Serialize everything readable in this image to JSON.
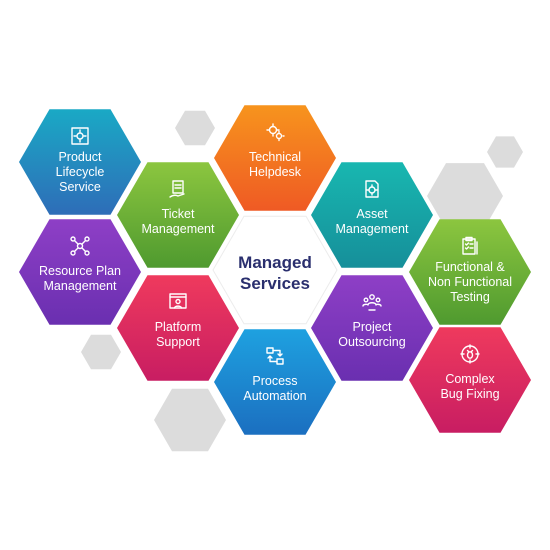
{
  "center": {
    "title": "Managed\nServices",
    "color": "#2a2f6e"
  },
  "services": [
    {
      "id": "product-lifecycle-service",
      "label": "Product\nLifecycle\nService",
      "icon": "settings-doc-icon",
      "colors": [
        "#1aa9c5",
        "#2e6db8"
      ]
    },
    {
      "id": "technical-helpdesk",
      "label": "Technical\nHelpdesk",
      "icon": "gears-icon",
      "colors": [
        "#f7941d",
        "#ef5a24"
      ]
    },
    {
      "id": "ticket-management",
      "label": "Ticket\nManagement",
      "icon": "ticket-hand-icon",
      "colors": [
        "#8cc63f",
        "#4f9a2f"
      ]
    },
    {
      "id": "asset-management",
      "label": "Asset\nManagement",
      "icon": "gear-doc-icon",
      "colors": [
        "#18b7b0",
        "#168f9a"
      ]
    },
    {
      "id": "resource-plan-management",
      "label": "Resource Plan\nManagement",
      "icon": "network-nodes-icon",
      "colors": [
        "#8e3fc6",
        "#6a2fb0"
      ]
    },
    {
      "id": "functional-non-functional-testing",
      "label": "Functional &\nNon Functional\nTesting",
      "icon": "clipboard-checklist-icon",
      "colors": [
        "#8cc63f",
        "#4f9a2f"
      ]
    },
    {
      "id": "platform-support",
      "label": "Platform\nSupport",
      "icon": "browser-person-icon",
      "colors": [
        "#ef3a5d",
        "#c81d62"
      ]
    },
    {
      "id": "project-outsourcing",
      "label": "Project\nOutsourcing",
      "icon": "team-icon",
      "colors": [
        "#8e3fc6",
        "#6a2fb0"
      ]
    },
    {
      "id": "process-automation",
      "label": "Process\nAutomation",
      "icon": "flow-arrows-icon",
      "colors": [
        "#1ea1e0",
        "#1b6fc0"
      ]
    },
    {
      "id": "complex-bug-fixing",
      "label": "Complex\nBug Fixing",
      "icon": "bug-target-icon",
      "colors": [
        "#ef3a5d",
        "#c81d62"
      ]
    }
  ],
  "decor_color": "#dcdcdc"
}
